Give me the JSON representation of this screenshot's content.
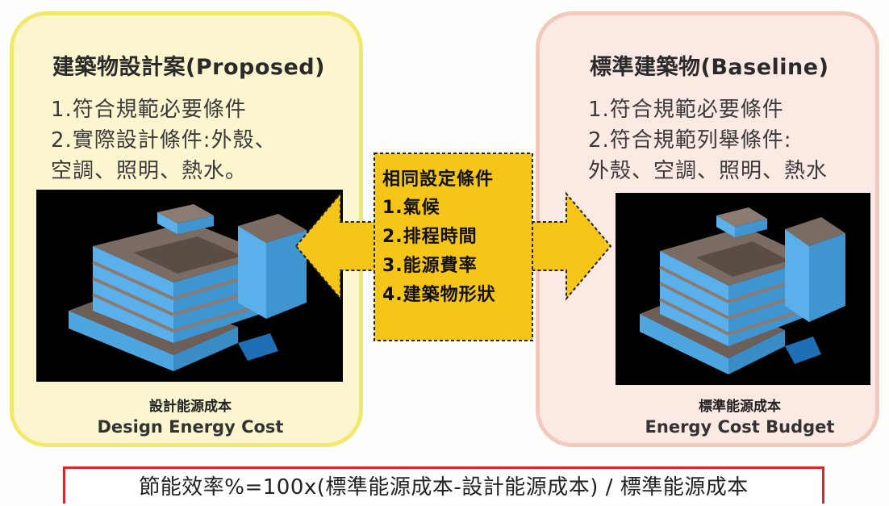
{
  "proposed": {
    "title": "建築物設計案(Proposed)",
    "lines": [
      "1.符合規範必要條件",
      "2.實際設計條件:外殼、",
      "空調、照明、熱水。"
    ],
    "caption_zh": "設計能源成本",
    "caption_en": "Design Energy Cost"
  },
  "baseline": {
    "title": "標準建築物(Baseline)",
    "lines": [
      "1.符合規範必要條件",
      "2.符合規範列舉條件:",
      "外殼、空調、照明、熱水"
    ],
    "caption_zh": "標準能源成本",
    "caption_en": "Energy Cost Budget"
  },
  "shared": {
    "title": "相同設定條件",
    "items": [
      "1.氣候",
      "2.排程時間",
      "3.能源費率",
      "4.建築物形狀"
    ]
  },
  "formula": "節能效率%=100x(標準能源成本-設計能源成本) / 標準能源成本",
  "colors": {
    "proposed_border": "#f1e86c",
    "proposed_fill": "#fbf6cf",
    "baseline_border": "#f2c9bb",
    "baseline_fill": "#fbe9e3",
    "arrow_fill": "#f5c518",
    "formula_border": "#d9262b"
  }
}
